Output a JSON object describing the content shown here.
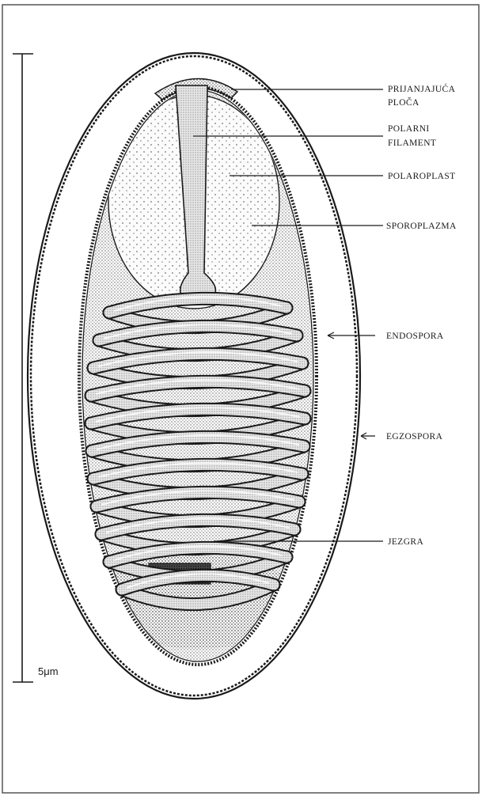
{
  "figure": {
    "labels": {
      "anchoring_disc_line1": "PRIJANJAJUĆA",
      "anchoring_disc_line2": "PLOČA",
      "polar_filament_line1": "POLARNI",
      "polar_filament_line2": "FILAMENT",
      "polaroplast": "POLAROPLAST",
      "sporoplasm": "SPOROPLAZMA",
      "endospore": "ENDOSPORA",
      "exospore": "EGZOSPORA",
      "nucleus": "JEZGRA"
    },
    "scale_bar": {
      "label": "5μm"
    },
    "colors": {
      "ink": "#1a1a1a",
      "paper": "#ffffff",
      "frame": "#555555"
    }
  }
}
